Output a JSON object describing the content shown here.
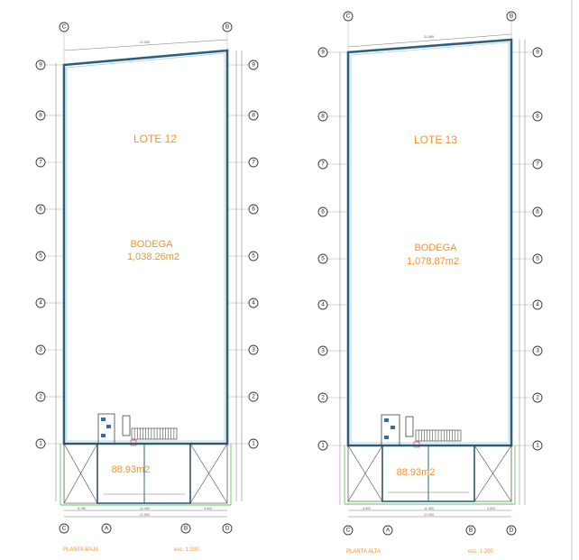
{
  "sheets": [
    {
      "lot_label": "LOTE 12",
      "use_label": "BODEGA",
      "area_label": "1,038.26m2",
      "office_area": "88.93m2",
      "floor_label": "PLANTA BAJA",
      "scale_label": "esc. 1:200",
      "top_dimension": "21.585",
      "bottom_dimensions": [
        "6.780",
        "11.460",
        "4.800"
      ],
      "bottom_total": "21.900"
    },
    {
      "lot_label": "LOTE 13",
      "use_label": "BODEGA",
      "area_label": "1,078,87m2",
      "office_area": "88.93m2",
      "floor_label": "PLANTA ALTA",
      "scale_label": "esc. 1:200",
      "top_dimension": "21.585",
      "bottom_dimensions": [
        "4.800",
        "11.460",
        "4.800"
      ],
      "bottom_total": "21.900"
    }
  ],
  "row_axes": [
    "9",
    "8",
    "7",
    "6",
    "5",
    "4",
    "3",
    "2",
    "1"
  ],
  "column_axes_top": [
    "C",
    "B"
  ],
  "column_axes_bottom": [
    "C",
    "A",
    "B",
    "D"
  ],
  "colors": {
    "wall": "#2d5f7a",
    "accent": "#f0952a",
    "landscape": "#66c26b"
  }
}
